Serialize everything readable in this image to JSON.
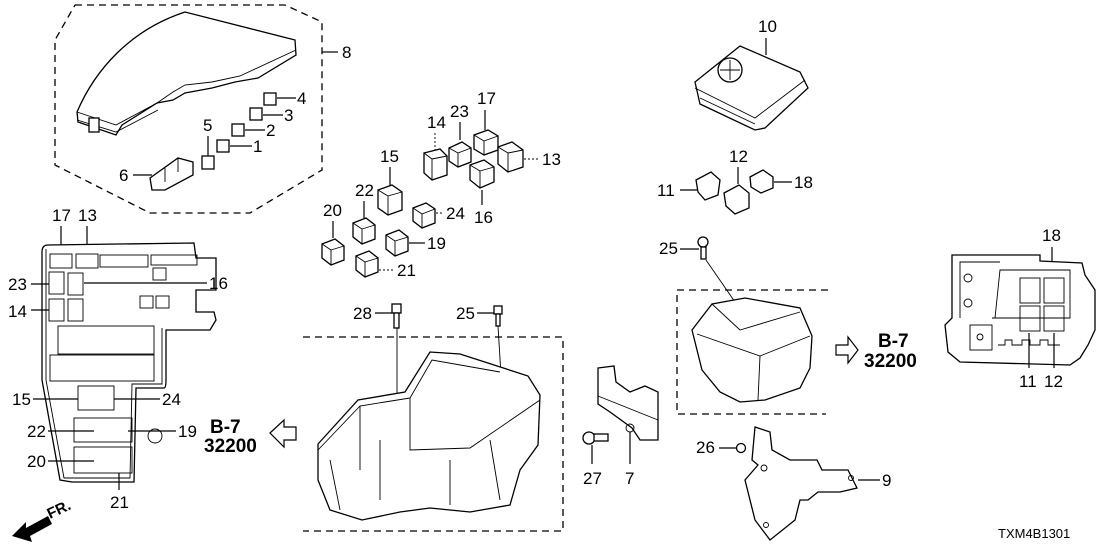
{
  "diagram": {
    "title_code": "TXM4B1301",
    "front_indicator": "FR.",
    "references": [
      {
        "id": "ref-left",
        "section": "B-7",
        "part_group": "32200",
        "direction": "left"
      },
      {
        "id": "ref-right",
        "section": "B-7",
        "part_group": "32200",
        "direction": "right"
      }
    ],
    "groups": {
      "cover_assembly": {
        "callouts": [
          "8",
          "4",
          "3",
          "2",
          "1",
          "5",
          "6"
        ]
      },
      "relays_main": {
        "callouts": [
          "14",
          "23",
          "17",
          "13",
          "15",
          "22",
          "24",
          "16",
          "20",
          "19",
          "21"
        ]
      },
      "cover_sub": {
        "callouts": [
          "10"
        ]
      },
      "relays_sub": {
        "callouts": [
          "11",
          "12",
          "18"
        ]
      },
      "main_box_layout": {
        "callouts": [
          "17",
          "13",
          "23",
          "16",
          "14",
          "15",
          "24",
          "22",
          "19",
          "20",
          "21"
        ]
      },
      "main_box": {
        "callouts": [
          "28",
          "25"
        ]
      },
      "bracket_front": {
        "callouts": [
          "27",
          "7"
        ]
      },
      "sub_box": {
        "callouts": [
          "25"
        ]
      },
      "sub_box_bracket": {
        "callouts": [
          "26",
          "9"
        ]
      },
      "sub_box_layout": {
        "callouts": [
          "18",
          "11",
          "12"
        ]
      }
    },
    "labels": {
      "c8": "8",
      "c4": "4",
      "c3": "3",
      "c2": "2",
      "c1": "1",
      "c5": "5",
      "c6": "6",
      "c14": "14",
      "c23": "23",
      "c17": "17",
      "c13": "13",
      "c15": "15",
      "c22": "22",
      "c24": "24",
      "c16": "16",
      "c20": "20",
      "c19": "19",
      "c21": "21",
      "c10": "10",
      "c11": "11",
      "c12": "12",
      "c18": "18",
      "l17": "17",
      "l13": "13",
      "l23": "23",
      "l16": "16",
      "l14": "14",
      "l15": "15",
      "l24": "24",
      "l22": "22",
      "l19": "19",
      "l20": "20",
      "l21": "21",
      "c28": "28",
      "c25a": "25",
      "c25b": "25",
      "c27": "27",
      "c7": "7",
      "c26": "26",
      "c9": "9",
      "s18": "18",
      "s11": "11",
      "s12": "12"
    }
  }
}
